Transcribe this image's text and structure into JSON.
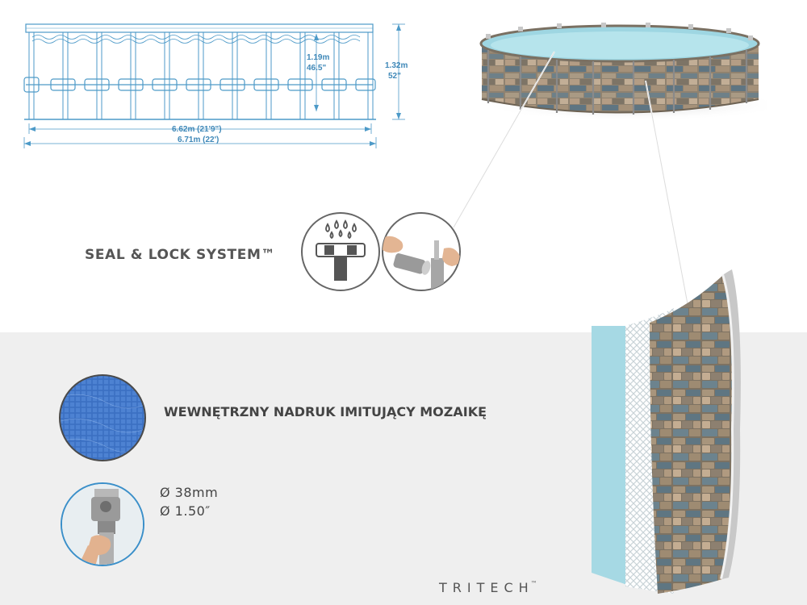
{
  "dimensions": {
    "inner_height_m": "1.19m",
    "inner_height_in": "46.5\"",
    "outer_height_m": "1.32m",
    "outer_height_in": "52\"",
    "inner_diameter": "6.62m (21'9\")",
    "outer_diameter": "6.71m (22')"
  },
  "features": {
    "seal_lock": "SEAL & LOCK SYSTEM™",
    "mosaic_print": "WEWNĘTRZNY NADRUK IMITUJĄCY MOZAIKĘ",
    "hose_metric": "Ø 38mm",
    "hose_imperial": "Ø 1.50″"
  },
  "brand": {
    "name": "TRITECH",
    "mark": "™"
  },
  "colors": {
    "water": "#a6dbe6",
    "drawing_line": "#4d9ac8",
    "mosaic_blue": "#3b6fc2",
    "panel_gray": "#efefef",
    "text": "#444444"
  },
  "icons": [
    "water-drops-icon",
    "seal-connector-icon",
    "hand-pipe-icon",
    "hose-connector-icon"
  ]
}
